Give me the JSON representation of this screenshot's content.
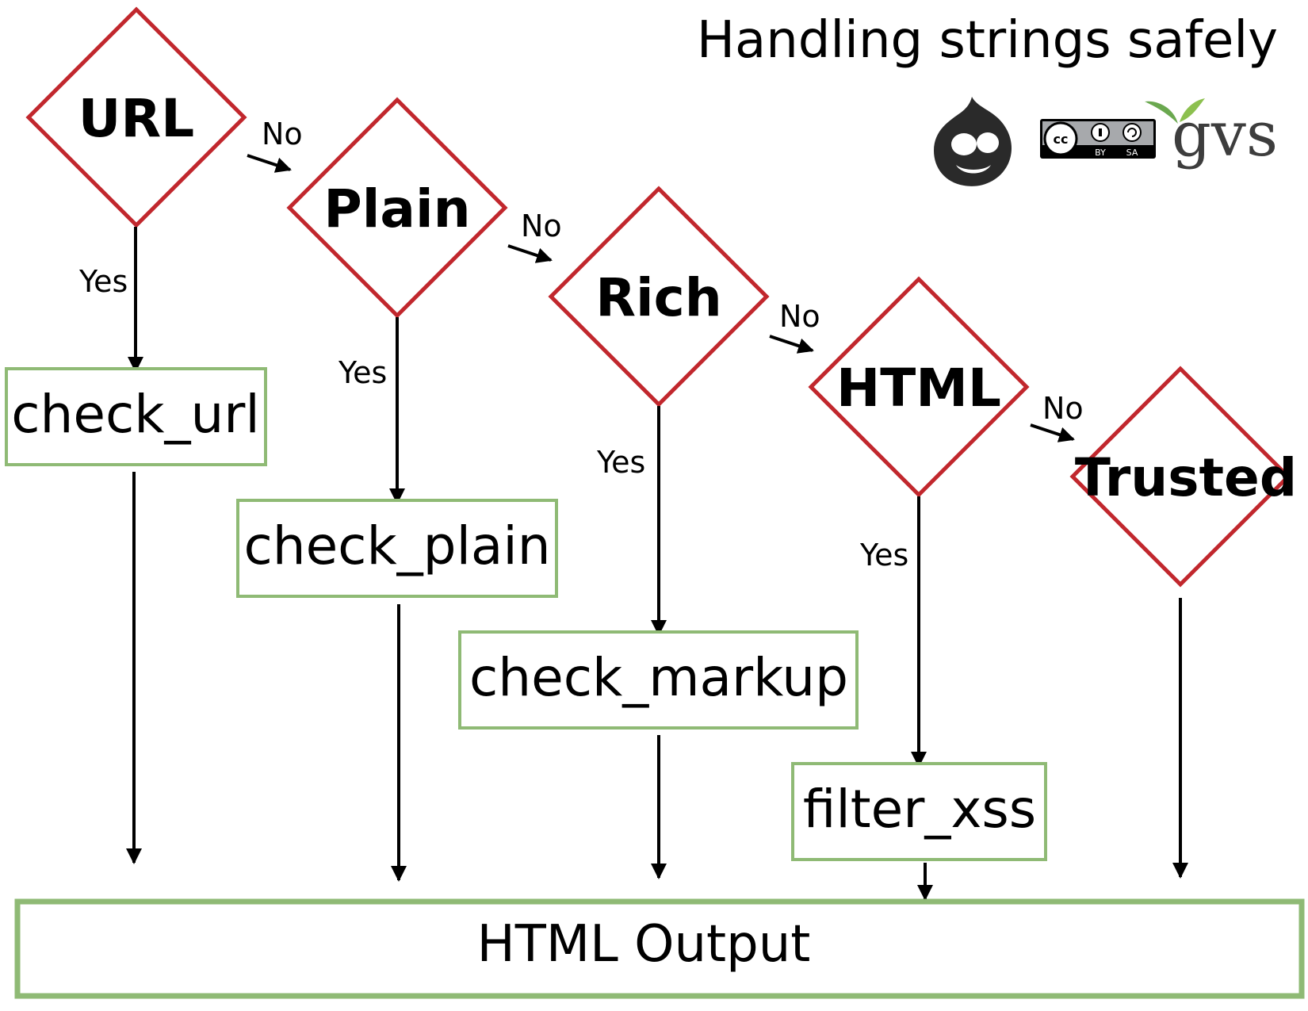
{
  "title": "Handling strings safely",
  "decisions": [
    {
      "id": "url",
      "label": "URL"
    },
    {
      "id": "plain",
      "label": "Plain"
    },
    {
      "id": "rich",
      "label": "Rich"
    },
    {
      "id": "html",
      "label": "HTML"
    },
    {
      "id": "trusted",
      "label": "Trusted"
    }
  ],
  "functions": [
    {
      "id": "url",
      "label": "check_url"
    },
    {
      "id": "plain",
      "label": "check_plain"
    },
    {
      "id": "rich",
      "label": "check_markup"
    },
    {
      "id": "html",
      "label": "filter_xss"
    }
  ],
  "edges": {
    "yes_label": "Yes",
    "no_label": "No"
  },
  "output": {
    "label": "HTML Output"
  },
  "logos": {
    "license_badge": {
      "by": "BY",
      "sa": "SA"
    },
    "gvs": "gvs"
  },
  "colors": {
    "decision_stroke": "#c1272d",
    "function_stroke": "#8fba75",
    "arrow": "#000000",
    "drupal_logo": "#2a2a2a",
    "gvs_leaf": "#6aa84f"
  },
  "icons": [
    "drupal-logo-icon",
    "cc-by-sa-badge-icon",
    "gvs-logo-icon"
  ]
}
